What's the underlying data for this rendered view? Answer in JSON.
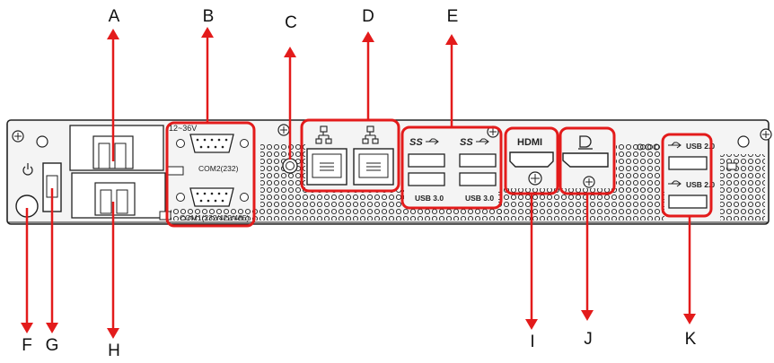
{
  "colors": {
    "callout": "#e31b1b",
    "panel": "#f2f2f2",
    "outline": "#1a1a1a"
  },
  "callouts": [
    {
      "letter": "A"
    },
    {
      "letter": "B"
    },
    {
      "letter": "C"
    },
    {
      "letter": "D"
    },
    {
      "letter": "E"
    },
    {
      "letter": "F"
    },
    {
      "letter": "G"
    },
    {
      "letter": "H"
    },
    {
      "letter": "I"
    },
    {
      "letter": "J"
    },
    {
      "letter": "K"
    }
  ],
  "panel_text": {
    "voltage": "12~36V",
    "com2": "COM2(232)",
    "com1": "COM1(232/422/485)",
    "usb3_left": "USB 3.0",
    "usb3_right": "USB 3.0",
    "hdmi": "HDMI",
    "usb2_top": "USB 2.0",
    "usb2_bottom": "USB 2.0",
    "usb3_icon": "SS"
  },
  "icons": [
    "screw-icon",
    "power-symbol-icon",
    "network-icon",
    "usb-icon",
    "displayport-icon",
    "ground-icon"
  ]
}
